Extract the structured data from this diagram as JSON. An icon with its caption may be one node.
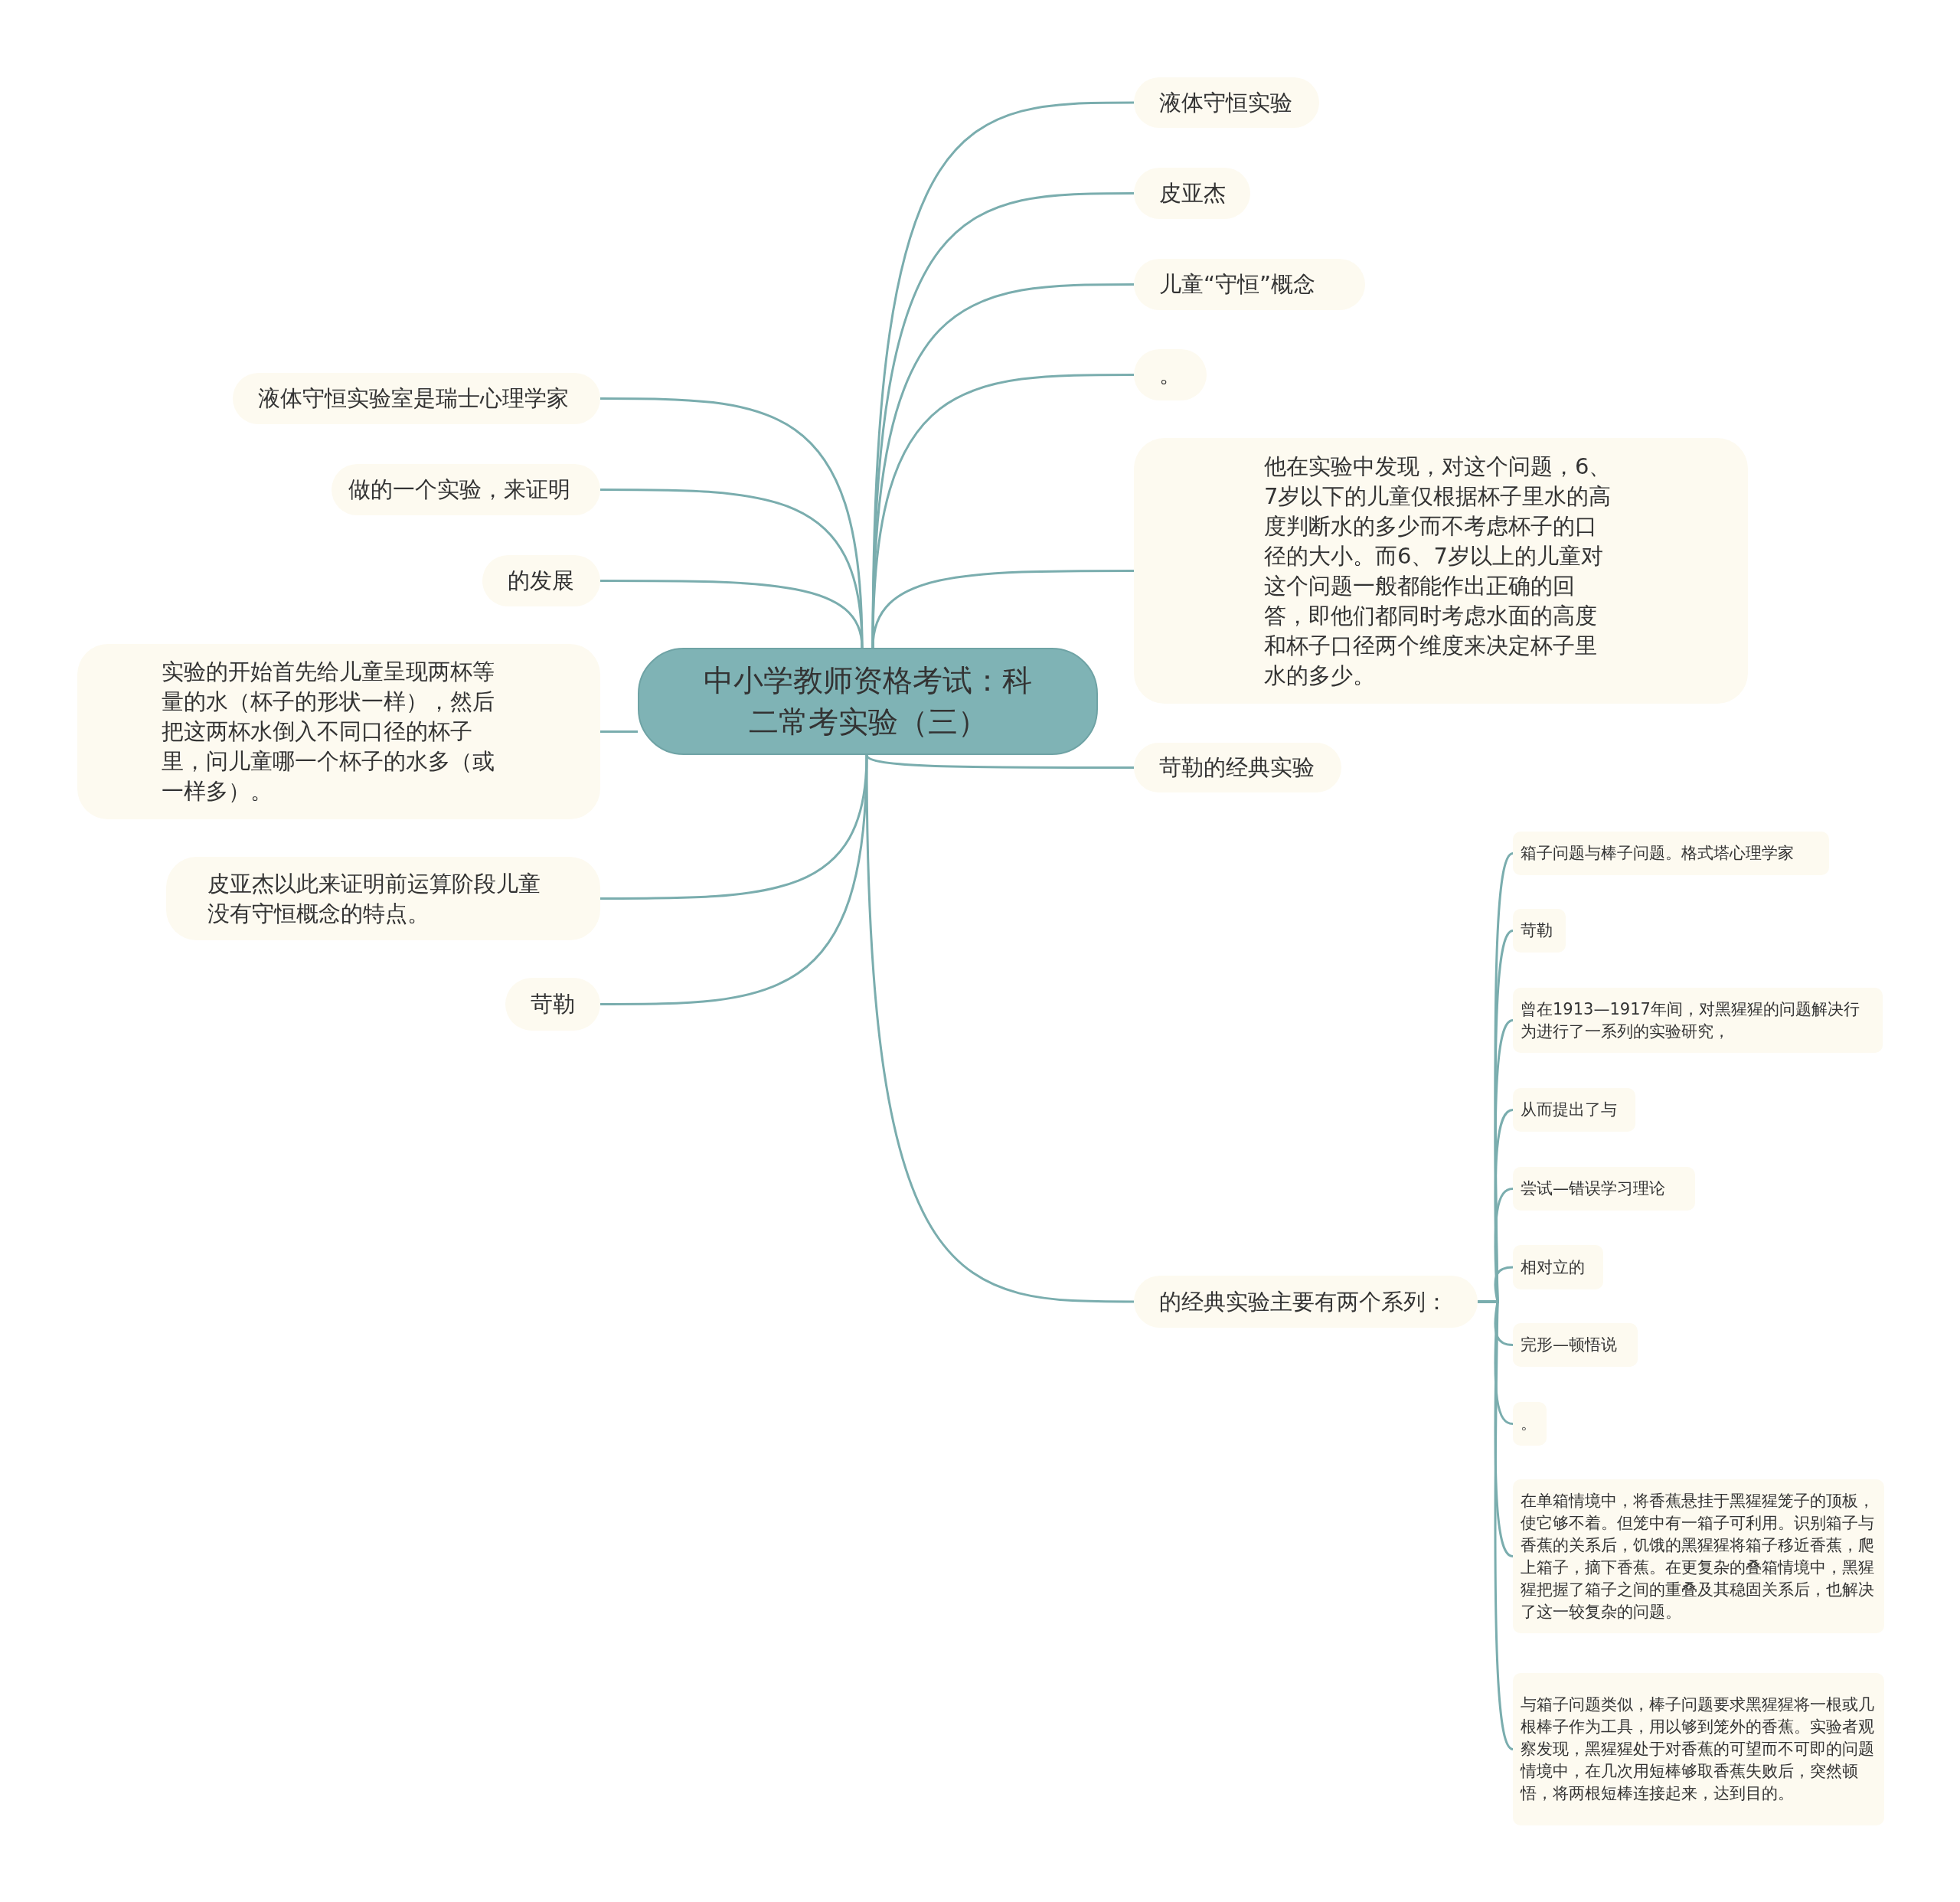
{
  "diagram": {
    "nodes": [
      {
        "text": [
          "中小学教师资格考试：科二常考实验（三）"
        ]
      },
      {
        "text": [
          "液体守恒实验"
        ]
      },
      {
        "text": [
          "皮亚杰"
        ]
      },
      {
        "text": [
          "儿童“守恒”概念"
        ]
      },
      {
        "text": [
          "。"
        ]
      },
      {
        "text": [
          "他在实验中发现，对这个问题，6、7岁以下的儿童仅根据杯子里水的高度判断水的多少而不考虑杯子的口径的大小。而6、7岁以上的儿童对这个问题一般都能作出正确的回答，即他们都同时考虑水面的高度和杯子口径两个维度来决定杯子里水的多少。"
        ]
      },
      {
        "text": [
          "苛勒的经典实验"
        ]
      },
      {
        "text": [
          "的经典实验主要有两个系列："
        ]
      },
      {
        "text": [
          "液体守恒实验室是瑞士心理学家"
        ]
      },
      {
        "text": [
          "做的一个实验，来证明"
        ]
      },
      {
        "text": [
          "的发展"
        ]
      },
      {
        "text": [
          "实验的开始首先给儿童呈现两杯等量的水（杯子的形状一样），然后把这两杯水倒入不同口径的杯子里，问儿童哪一个杯子的水多（或一样多）。"
        ]
      },
      {
        "text": [
          "皮亚杰以此来证明前运算阶段儿童没有守恒概念的特点。"
        ]
      },
      {
        "text": [
          "苛勒"
        ]
      },
      {
        "text": [
          "箱子问题与棒子问题。格式塔心理学家"
        ]
      },
      {
        "text": [
          "苛勒"
        ]
      },
      {
        "text": [
          "曾在1913—1917年间，对黑猩猩的问题解决行为进行了一系列的实验研究，"
        ]
      },
      {
        "text": [
          "从而提出了与"
        ]
      },
      {
        "text": [
          "尝试—错误学习理论"
        ]
      },
      {
        "text": [
          "相对立的"
        ]
      },
      {
        "text": [
          "完形—顿悟说"
        ]
      },
      {
        "text": [
          "。"
        ]
      },
      {
        "text": [
          "在单箱情境中，将香蕉悬挂于黑猩猩笼子的顶板，使它够不着。但笼中有一箱子可利用。识别箱子与香蕉的关系后，饥饿的黑猩猩将箱子移近香蕉，爬上箱子，摘下香蕉。在更复杂的叠箱情境中，黑猩猩把握了箱子之间的重叠及其稳固关系后，也解决了这一较复杂的问题。"
        ]
      },
      {
        "text": [
          "与箱子问题类似，棒子问题要求黑猩猩将一根或几根棒子作为工具，用以够到笼外的香蕉。实验者观察发现，黑猩猩处于对香蕉的可望而不可即的问题情境中，在几次用短棒够取香蕉失败后，突然顿悟，将两根短棒连接起来，达到目的。"
        ]
      }
    ],
    "edges": [
      {
        "from": 0,
        "to": 1,
        "arrow": "none"
      },
      {
        "from": 0,
        "to": 2,
        "arrow": "none"
      },
      {
        "from": 0,
        "to": 3,
        "arrow": "none"
      },
      {
        "from": 0,
        "to": 4,
        "arrow": "none"
      },
      {
        "from": 0,
        "to": 5,
        "arrow": "none"
      },
      {
        "from": 0,
        "to": 6,
        "arrow": "none"
      },
      {
        "from": 0,
        "to": 7,
        "arrow": "none"
      },
      {
        "from": 0,
        "to": 8,
        "arrow": "none"
      },
      {
        "from": 0,
        "to": 9,
        "arrow": "none"
      },
      {
        "from": 0,
        "to": 10,
        "arrow": "none"
      },
      {
        "from": 0,
        "to": 11,
        "arrow": "none"
      },
      {
        "from": 0,
        "to": 12,
        "arrow": "none"
      },
      {
        "from": 0,
        "to": 13,
        "arrow": "none"
      },
      {
        "from": 7,
        "to": 14,
        "arrow": "none"
      },
      {
        "from": 7,
        "to": 15,
        "arrow": "none"
      },
      {
        "from": 7,
        "to": 16,
        "arrow": "none"
      },
      {
        "from": 7,
        "to": 17,
        "arrow": "none"
      },
      {
        "from": 7,
        "to": 18,
        "arrow": "none"
      },
      {
        "from": 7,
        "to": 19,
        "arrow": "none"
      },
      {
        "from": 7,
        "to": 20,
        "arrow": "none"
      },
      {
        "from": 7,
        "to": 21,
        "arrow": "none"
      },
      {
        "from": 7,
        "to": 22,
        "arrow": "none"
      },
      {
        "from": 7,
        "to": 23,
        "arrow": "none"
      }
    ]
  }
}
